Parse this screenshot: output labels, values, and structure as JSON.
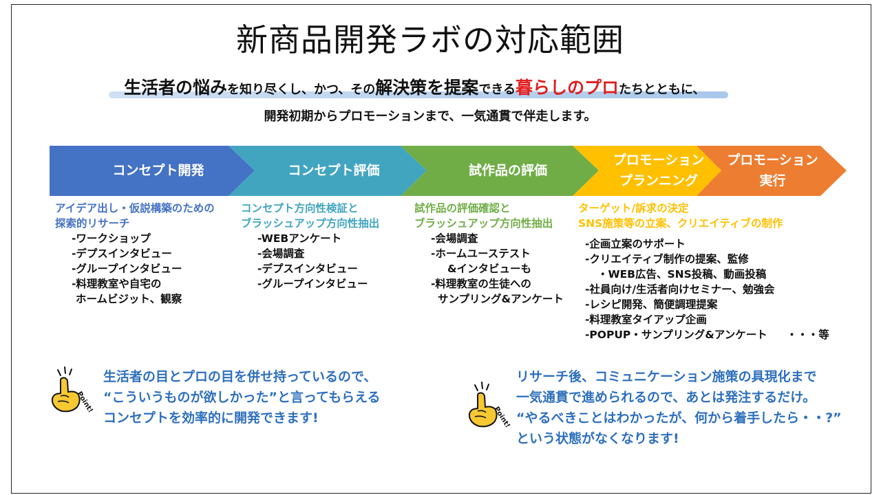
{
  "title": "新商品開発ラボの対応範囲",
  "lead": {
    "line1": {
      "part1": "生活者の悩み",
      "part2": "を知り尽くし、かつ、その",
      "part3": "解決策を提案",
      "part4": "できる",
      "part5": "暮らしのプロ",
      "part6": "たちとともに、"
    },
    "line2": "開発初期からプロモーションまで、一気通貫で伴走します。"
  },
  "stages": [
    {
      "label_lines": [
        "コンセプト開発"
      ],
      "color": "#4472c4"
    },
    {
      "label_lines": [
        "コンセプト評価"
      ],
      "color": "#42a5c0"
    },
    {
      "label_lines": [
        "試作品の評価"
      ],
      "color": "#70ad47"
    },
    {
      "label_lines": [
        "プロモーション",
        "プランニング"
      ],
      "color": "#ffc000"
    },
    {
      "label_lines": [
        "プロモーション",
        "実行"
      ],
      "color": "#ed7d31"
    }
  ],
  "columns": [
    {
      "color": "#4472c4",
      "heads": [
        "アイデア出し・仮説構築のための",
        "探索的リサーチ"
      ],
      "items": [
        "-ワークショップ",
        "-デプスインタビュー",
        "-グループインタビュー",
        "-料理教室や自宅の",
        " ホームビジット、観察"
      ]
    },
    {
      "color": "#42a5c0",
      "heads": [
        "コンセプト方向性検証と",
        "ブラッシュアップ方向性抽出"
      ],
      "items": [
        "-WEBアンケート",
        "-会場調査",
        "-デプスインタビュー",
        "-グループインタビュー"
      ]
    },
    {
      "color": "#70ad47",
      "heads": [
        "試作品の評価確認と",
        "ブラッシュアップ方向性抽出"
      ],
      "items": [
        "-会場調査",
        "-ホームユーステスト",
        "  &インタビューも",
        "-料理教室の生徒への",
        " サンプリング&アンケート"
      ]
    },
    {
      "color": "#ffc000",
      "heads": [
        "ターゲット/訴求の決定",
        "SNS施策等の立案、クリエイティブの制作"
      ],
      "items": [
        "-企画立案のサポート",
        "-クリエイティブ制作の提案、監修",
        "  ・WEB広告、SNS投稿、動画投稿",
        "-社員向け/生活者向けセミナー、勉強会",
        "-レシピ開発、簡便調理提案",
        "-料理教室タイアップ企画",
        "-POPUP・サンプリング&アンケート"
      ],
      "trailing": "・・・等"
    }
  ],
  "points": [
    {
      "badge": "Point!",
      "lines": [
        "生活者の目とプロの目を併せ持っているので、",
        "“こういうものが欲しかった”と言ってもらえる",
        "コンセプトを効率的に開発できます!"
      ]
    },
    {
      "badge": "Point!",
      "lines": [
        "リサーチ後、コミュニケーション施策の具現化まで",
        "一気通貫で進められるので、あとは発注するだけ。",
        "“やるべきことはわかったが、何から着手したら・・?”",
        "という状態がなくなります!"
      ]
    }
  ],
  "colors": {
    "point_text": "#2e6fbd",
    "lead_red": "#e02020"
  }
}
